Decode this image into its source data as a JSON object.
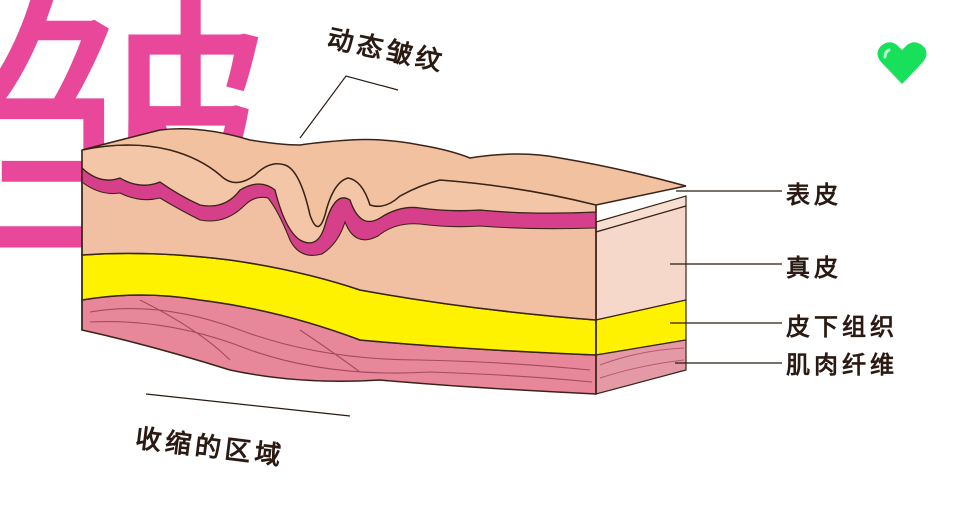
{
  "decor_char": "皱",
  "labels": {
    "dynamic_wrinkle": "动态皱纹",
    "epidermis": "表皮",
    "dermis": "真皮",
    "subcutaneous": "皮下组织",
    "muscle": "肌肉纤维",
    "contraction_area": "收缩的区域"
  },
  "colors": {
    "accent_pink": "#e8479a",
    "heart_green": "#18e05a",
    "epidermis": "#f2c2a2",
    "dermis": "#f3d7c8",
    "fat": "#fff200",
    "muscle": "#e9879a"
  },
  "icons": {
    "heart": "heart-icon"
  }
}
